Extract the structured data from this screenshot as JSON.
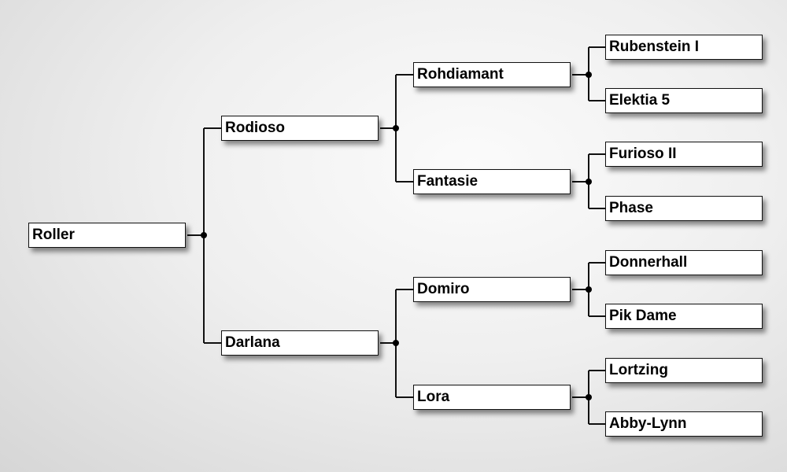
{
  "pedigree": {
    "subject": "Roller",
    "sire": "Rodioso",
    "dam": "Darlana",
    "sire_sire": "Rohdiamant",
    "sire_dam": "Fantasie",
    "dam_sire": "Domiro",
    "dam_dam": "Lora",
    "great_grandparents": [
      "Rubenstein I",
      "Elektia 5",
      "Furioso II",
      "Phase",
      "Donnerhall",
      "Pik Dame",
      "Lortzing",
      "Abby-Lynn"
    ]
  }
}
